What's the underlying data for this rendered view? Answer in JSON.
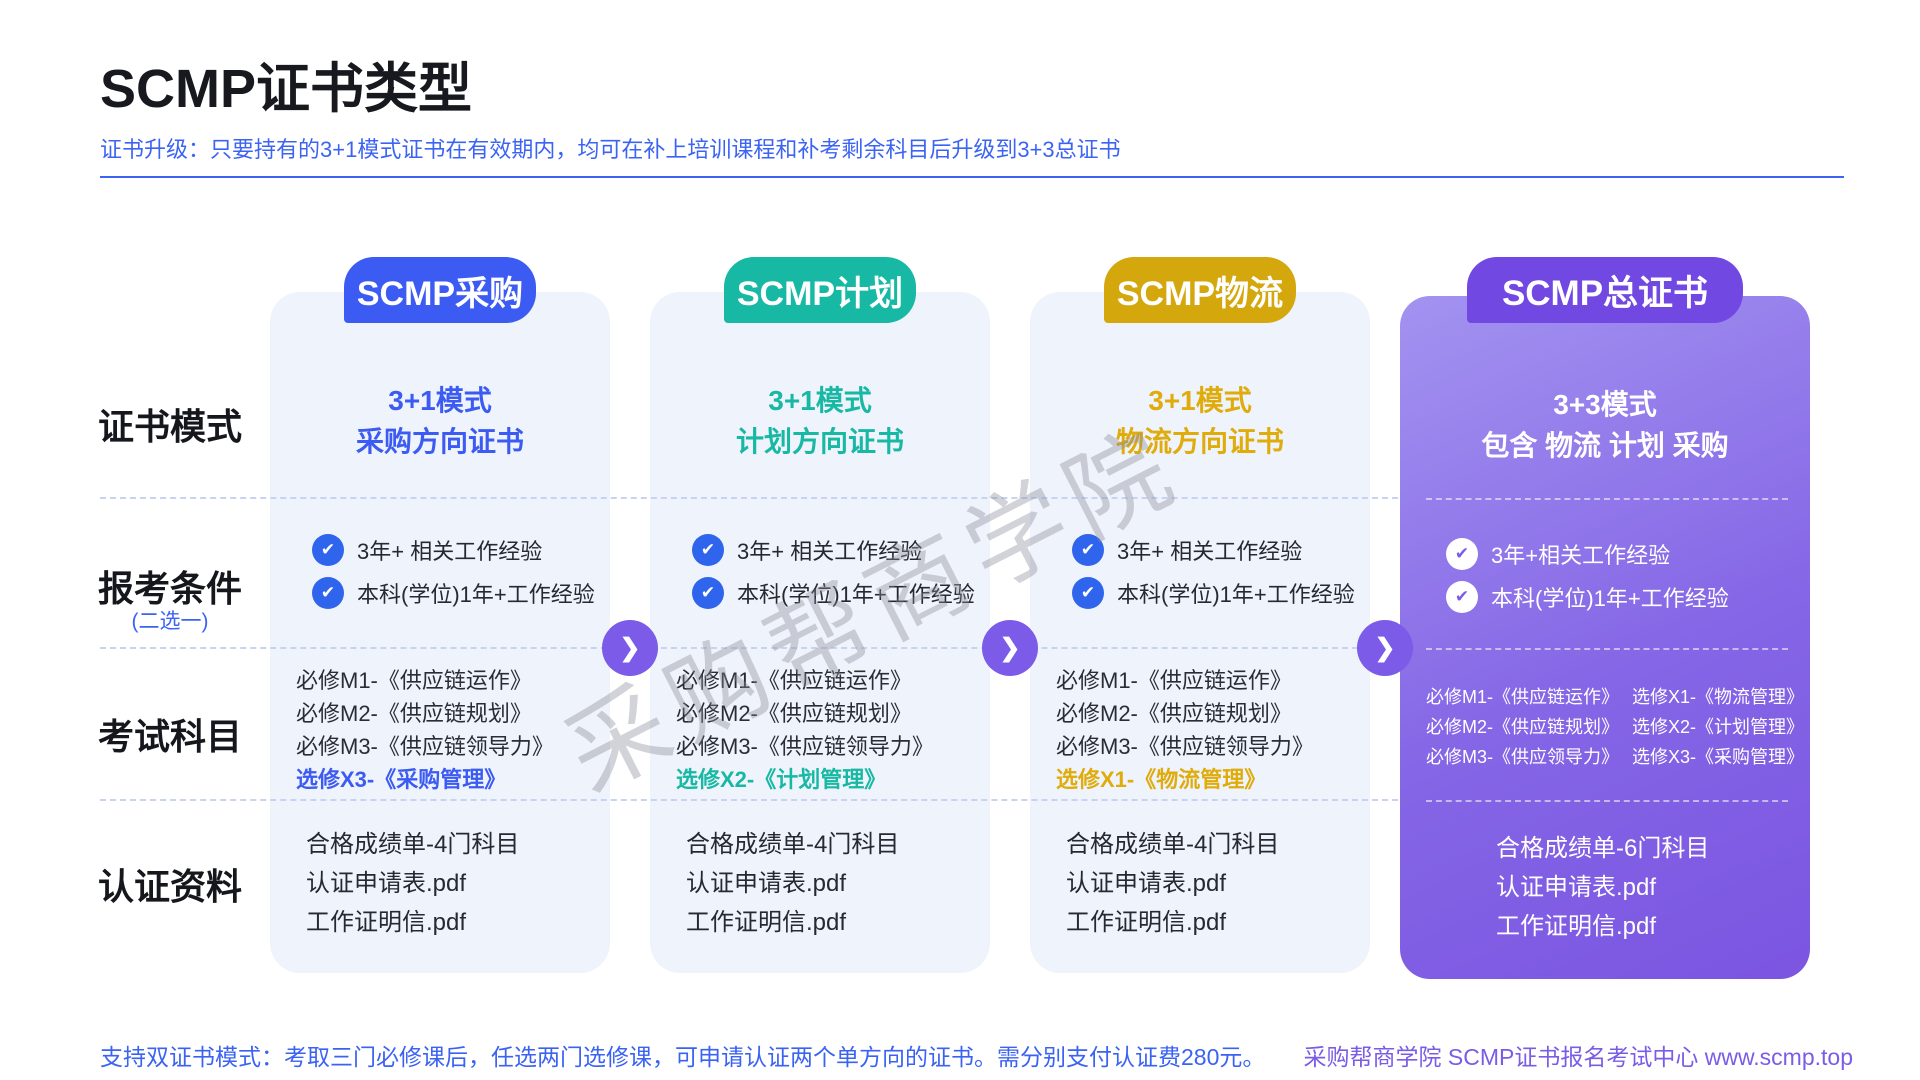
{
  "header": {
    "title": "SCMP证书类型",
    "subtitle": "证书升级：只要持有的3+1模式证书在有效期内，均可在补上培训课程和补考剩余科目后升级到3+3总证书"
  },
  "watermark": "采购帮商学院",
  "row_labels": {
    "mode": "证书模式",
    "conditions": "报考条件",
    "conditions_note": "(二选一)",
    "subjects": "考试科目",
    "materials": "认证资料"
  },
  "icons": {
    "check": "✔",
    "arrow": "❯"
  },
  "columns": [
    {
      "id": "purchasing",
      "badge": "SCMP采购",
      "accent": "#3C5BF2",
      "mode": [
        "3+1模式",
        "采购方向证书"
      ],
      "conditions": [
        "3年+ 相关工作经验",
        "本科(学位)1年+工作经验"
      ],
      "required_subjects": [
        "必修M1-《供应链运作》",
        "必修M2-《供应链规划》",
        "必修M3-《供应链领导力》"
      ],
      "elective_subject": "选修X3-《采购管理》",
      "materials": [
        "合格成绩单-4门科目",
        "认证申请表.pdf",
        "工作证明信.pdf"
      ]
    },
    {
      "id": "planning",
      "badge": "SCMP计划",
      "accent": "#17B8A4",
      "mode": [
        "3+1模式",
        "计划方向证书"
      ],
      "conditions": [
        "3年+ 相关工作经验",
        "本科(学位)1年+工作经验"
      ],
      "required_subjects": [
        "必修M1-《供应链运作》",
        "必修M2-《供应链规划》",
        "必修M3-《供应链领导力》"
      ],
      "elective_subject": "选修X2-《计划管理》",
      "materials": [
        "合格成绩单-4门科目",
        "认证申请表.pdf",
        "工作证明信.pdf"
      ]
    },
    {
      "id": "logistics",
      "badge": "SCMP物流",
      "accent": "#DFAC0C",
      "badge_bg": "#D4A70D",
      "mode": [
        "3+1模式",
        "物流方向证书"
      ],
      "conditions": [
        "3年+ 相关工作经验",
        "本科(学位)1年+工作经验"
      ],
      "required_subjects": [
        "必修M1-《供应链运作》",
        "必修M2-《供应链规划》",
        "必修M3-《供应链领导力》"
      ],
      "elective_subject": "选修X1-《物流管理》",
      "materials": [
        "合格成绩单-4门科目",
        "认证申请表.pdf",
        "工作证明信.pdf"
      ]
    },
    {
      "id": "total",
      "badge": "SCMP总证书",
      "accent": "#FFFFFF",
      "badge_bg": "#7248E2",
      "mode": [
        "3+3模式",
        "包含 物流 计划 采购"
      ],
      "conditions": [
        "3年+相关工作经验",
        "本科(学位)1年+工作经验"
      ],
      "subject_pairs": [
        [
          "必修M1-《供应链运作》",
          "选修X1-《物流管理》"
        ],
        [
          "必修M2-《供应链规划》",
          "选修X2-《计划管理》"
        ],
        [
          "必修M3-《供应领导力》",
          "选修X3-《采购管理》"
        ]
      ],
      "materials": [
        "合格成绩单-6门科目",
        "认证申请表.pdf",
        "工作证明信.pdf"
      ]
    }
  ],
  "footer": {
    "left": "支持双证书模式：考取三门必修课后，任选两门选修课，可申请认证两个单方向的证书。需分别支付认证费280元。",
    "right": "采购帮商学院 SCMP证书报名考试中心 www.scmp.top"
  },
  "colors": {
    "accent_blue": "#3C5BF2",
    "accent_teal": "#17B8A4",
    "accent_gold": "#DFAC0C",
    "accent_purple": "#7B5BE8",
    "badge_purple": "#7248E2",
    "card_bg": "#EFF3FB",
    "card_gradient_start": "#A393F0",
    "card_gradient_end": "#7B55E1",
    "check_blue": "#2F64EC",
    "dashed_line": "#C7D3F1",
    "divider_blue": "#3C64F4",
    "footer_left_color": "#3B63F3",
    "footer_right_color": "#7B5CE6"
  }
}
